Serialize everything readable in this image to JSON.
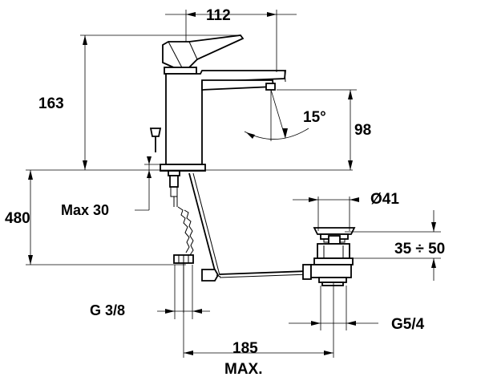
{
  "labels": {
    "width_top": "112",
    "height_total": "163",
    "angle": "15°",
    "spout_height": "98",
    "max_thickness": "Max 30",
    "hose_length": "480",
    "drain_diameter": "Ø41",
    "drain_range": "35 ÷ 50",
    "inlet_thread": "G 3/8",
    "drain_thread": "G5/4",
    "distance": "185",
    "distance_note": "MAX."
  }
}
